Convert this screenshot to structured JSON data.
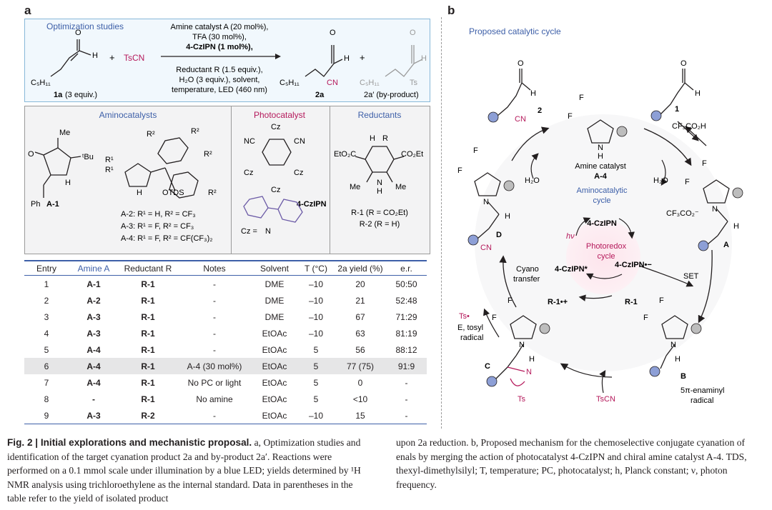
{
  "panel_a": {
    "letter": "a",
    "optimization": {
      "title": "Optimization studies",
      "sub_label": "C₅H₁₁",
      "reactant_label": "1a",
      "reactant_equiv": "(3 equiv.)",
      "plus": "+",
      "reagent": "TsCN",
      "cond_line1": "Amine catalyst A (20 mol%),",
      "cond_line2": "TFA (30 mol%),",
      "cond_line3": "4-CzIPN (1 mol%),",
      "cond_line4": "Reductant R (1.5 equiv.),",
      "cond_line5": "H₂O (3 equiv.), solvent,",
      "cond_line6": "temperature, LED (460 nm)",
      "product_label": "2a",
      "byproduct_label": "2a′ (by-product)",
      "cn": "CN",
      "ts": "Ts",
      "h": "H",
      "o": "O"
    },
    "aminocatalysts": {
      "title": "Aminocatalysts",
      "a1_label": "A-1",
      "a2_def": "A-2: R¹ = H, R² = CF₃",
      "a3_def": "A-3: R¹ = F, R² = CF₃",
      "a4_def": "A-4: R¹ = F, R² = CF(CF₃)₂",
      "otds": "OTDS",
      "me": "Me",
      "tbu": "ᵗBu",
      "ph": "Ph",
      "r1": "R¹",
      "r2": "R²"
    },
    "photocatalyst": {
      "title": "Photocatalyst",
      "name": "4-CzIPN",
      "cz": "Cz",
      "nc": "NC",
      "cn": "CN",
      "cz_eq": "Cz ="
    },
    "reductants": {
      "title": "Reductants",
      "r1_def": "R-1 (R = CO₂Et)",
      "r2_def": "R-2 (R = H)",
      "eto2c": "EtO₂C",
      "co2et": "CO₂Et",
      "me": "Me",
      "h": "H",
      "r": "R",
      "n": "N"
    },
    "table": {
      "headers": [
        "Entry",
        "Amine A",
        "Reductant R",
        "Notes",
        "Solvent",
        "T (°C)",
        "2a yield (%)",
        "e.r."
      ],
      "rows": [
        [
          "1",
          "A-1",
          "R-1",
          "-",
          "DME",
          "–10",
          "20",
          "50:50"
        ],
        [
          "2",
          "A-2",
          "R-1",
          "-",
          "DME",
          "–10",
          "21",
          "52:48"
        ],
        [
          "3",
          "A-3",
          "R-1",
          "-",
          "DME",
          "–10",
          "67",
          "71:29"
        ],
        [
          "4",
          "A-3",
          "R-1",
          "-",
          "EtOAc",
          "–10",
          "63",
          "81:19"
        ],
        [
          "5",
          "A-4",
          "R-1",
          "-",
          "EtOAc",
          "5",
          "56",
          "88:12"
        ],
        [
          "6",
          "A-4",
          "R-1",
          "A-4 (30 mol%)",
          "EtOAc",
          "5",
          "77 (75)",
          "91:9"
        ],
        [
          "7",
          "A-4",
          "R-1",
          "No PC or light",
          "EtOAc",
          "5",
          "0",
          "-"
        ],
        [
          "8",
          "-",
          "R-1",
          "No amine",
          "EtOAc",
          "5",
          "<10",
          "-"
        ],
        [
          "9",
          "A-3",
          "R-2",
          "-",
          "EtOAc",
          "–10",
          "15",
          "-"
        ]
      ]
    }
  },
  "panel_b": {
    "letter": "b",
    "title": "Proposed catalytic cycle",
    "aminocatalytic": "Aminocatalytic",
    "cycle_word": "cycle",
    "photoredox": "Photoredox",
    "photo_cycle": "cycle",
    "czipn": "4-CzIPN",
    "czipn_star": "4-CzIPN*",
    "czipn_rad": "4-CzIPN•−",
    "hv": "hν",
    "r1": "R-1",
    "r1_rad": "R-1•+",
    "amine_cat": "Amine catalyst",
    "a4": "A-4",
    "h2o": "H₂O",
    "cf3co2h": "CF₃CO₂H",
    "cf3co2": "CF₃CO₂⁻",
    "set": "SET",
    "tscn": "TsCN",
    "cyano1": "Cyano",
    "cyano2": "transfer",
    "ts_rad": "Ts•",
    "tosyl1": "E, tosyl",
    "tosyl2": "radical",
    "enaminyl1": "5π-enaminyl",
    "enaminyl2": "radical",
    "lbl_1": "1",
    "lbl_2": "2",
    "lbl_A": "A",
    "lbl_B": "B",
    "lbl_C": "C",
    "lbl_D": "D",
    "f": "F",
    "n": "N",
    "h": "H",
    "o": "O",
    "cn": "CN",
    "ts": "Ts"
  },
  "caption": {
    "fig": "Fig. 2 | Initial explorations and mechanistic proposal.",
    "left": " a, Optimization studies and identification of the target cyanation product 2a and by-product 2a′. Reactions were performed on a 0.1 mmol scale under illumination by a blue LED; yields determined by ¹H NMR analysis using trichloroethylene as the internal standard. Data in parentheses in the table refer to the yield of isolated product",
    "right": "upon 2a reduction. b, Proposed mechanism for the chemoselective conjugate cyanation of enals by merging the action of photocatalyst 4-CzIPN and chiral amine catalyst A-4. TDS, thexyl-dimethylsilyl; T, temperature; PC, photocatalyst; h, Planck constant; ν, photon frequency."
  },
  "colors": {
    "accent_blue": "#3d5fa8",
    "magenta": "#b5195b",
    "box_border": "#88b8d8",
    "grey_ball": "#bdbdbd",
    "blue_ball": "#8d9fd6",
    "highlight_row": "#e6e6e7"
  }
}
